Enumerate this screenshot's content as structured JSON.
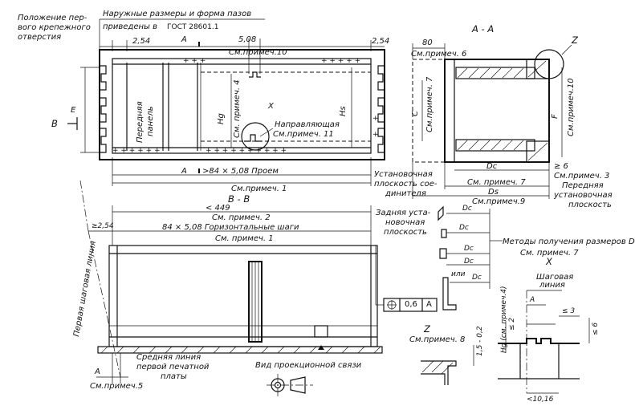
{
  "labels": {
    "mount_hole_1": "Положение пер-",
    "mount_hole_2": "вого крепежного",
    "mount_hole_3": "отверстия",
    "outer_dims": "Наружные размеры и форма пазов",
    "gost_prefix": "приведены в",
    "gost_ref": "ГОСТ 28601.1",
    "dim_254_left": "2,54",
    "dim_508": "5,08",
    "dim_254_right": "2,54",
    "section_a_top": "A",
    "note10": "См.примеч.10",
    "front_panel_1": "Передняя",
    "front_panel_2": "панель",
    "dim_e": "E",
    "view_b": "B",
    "hg": "Hg",
    "note4": "См. примеч. 4",
    "hs": "Hs",
    "x_mark": "X",
    "guide": "Направляющая",
    "note11": "См.примеч. 11",
    "section_a_bottom": "A",
    "opening": ">84 × 5,08 Проем",
    "note1_top": "См.примеч. 1",
    "section_aa": "A - A",
    "dim_80": "80",
    "note6": "См.примеч. 6",
    "z_mark": "Z",
    "dim_c": "C",
    "note7_vertical": "См.примеч. 7",
    "dim_f": "F",
    "note10_vertical": "См.примеч.10",
    "ge6": "≥ 6",
    "note3": "См.примеч. 3",
    "dc": "Dc",
    "note7_bottom": "См. примеч. 7",
    "ds": "Ds",
    "note9": "См.примеч.9",
    "install_1": "Установочная",
    "install_2": "плоскость сое-",
    "install_3": "динителя",
    "front_install_1": "Передняя",
    "front_install_2": "установочная",
    "front_install_3": "плоскость",
    "section_bb": "B - B",
    "lt449": "< 449",
    "note2": "См. примеч. 2",
    "ge254": "≥2,54",
    "horiz_steps": "84 × 5,08 Горизонтальные шаги",
    "note1_mid": "См. примеч. 1",
    "first_step_line": "Первая шаговая линия",
    "rear_install_1": "Задняя уста-",
    "rear_install_2": "новочная",
    "rear_install_3": "плоскость",
    "methods": "Методы получения размеров Dc",
    "note7_methods": "См. примеч. 7",
    "or": "или",
    "tol_value": "0,6",
    "datum_a": "A",
    "step_line_1": "Шаговая",
    "step_line_2": "линия",
    "x_detail": "X",
    "a_detail": "A",
    "le2": "≤ 2",
    "le3": "≤ 3",
    "le6": "≤ 6",
    "hg_note4": "Hg (см. примеч.4)",
    "z_detail": "Z",
    "note8": "См.примеч. 8",
    "dim_15": "1,5 - 0,2",
    "dim_1016": "<10,16",
    "mid_line_1": "Средняя линия",
    "mid_line_2": "первой печатной",
    "mid_line_3": "платы",
    "a_bottom": "A",
    "note5": "См.примеч.5",
    "projection": "Вид проекционной связи"
  },
  "colors": {
    "ink": "#111111",
    "paper": "#ffffff"
  }
}
